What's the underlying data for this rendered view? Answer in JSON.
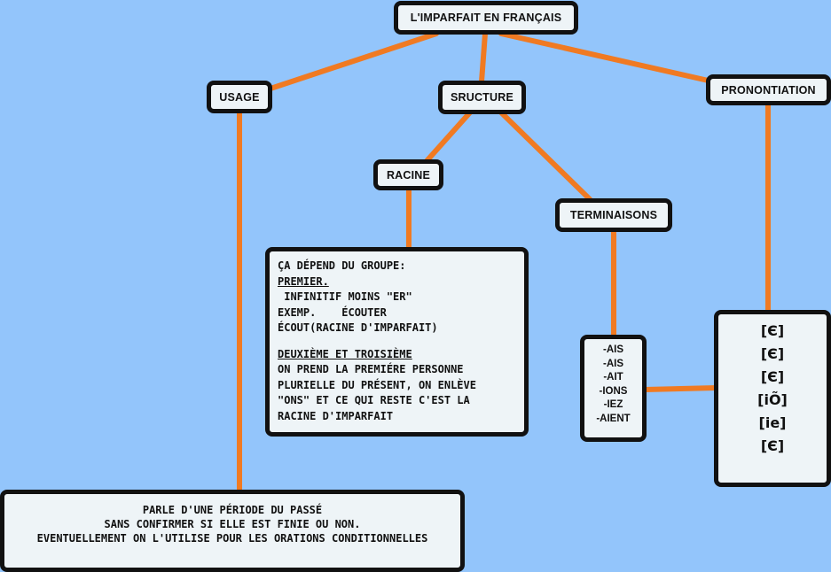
{
  "root": {
    "label": "L'IMPARFAIT EN FRANÇAIS"
  },
  "usage": {
    "label": "USAGE",
    "description": [
      "PARLE D'UNE PÉRIODE DU PASSÉ",
      "SANS CONFIRMER SI ELLE EST FINIE OU NON.",
      "EVENTUELLEMENT ON L'UTILISE POUR LES ORATIONS CONDITIONNELLES"
    ]
  },
  "structure": {
    "label": "SRUCTURE",
    "racine": {
      "label": "RACINE",
      "lines": [
        "ÇA DÉPEND DU GROUPE:",
        "PREMIER.",
        " INFINITIF MOINS \"ER\"",
        "EXEMP.    ÉCOUTER",
        "ÉCOUT(RACINE D'IMPARFAIT)",
        "",
        "DEUXIÈME ET TROISIÈME",
        "ON PREND LA PREMIÉRE PERSONNE",
        "PLURIELLE DU PRÉSENT, ON ENLÈVE",
        "\"ONS\" ET CE QUI RESTE C'EST LA",
        "RACINE D'IMPARFAIT"
      ]
    },
    "terminaisons": {
      "label": "TERMINAISONS",
      "endings": [
        "-AIS",
        "-AIS",
        "-AIT",
        "-IONS",
        "-IEZ",
        "-AIENT"
      ]
    }
  },
  "prononciation": {
    "label": "PRONONTIATION",
    "sounds": [
      "[Є]",
      "[Є]",
      "[Є]",
      "[iÕ]",
      "[ie]",
      "[Є]"
    ]
  },
  "colors": {
    "background": "#93c5fb",
    "connector": "#f07a22",
    "box_fill": "#eef4f7",
    "box_border": "#111111"
  }
}
